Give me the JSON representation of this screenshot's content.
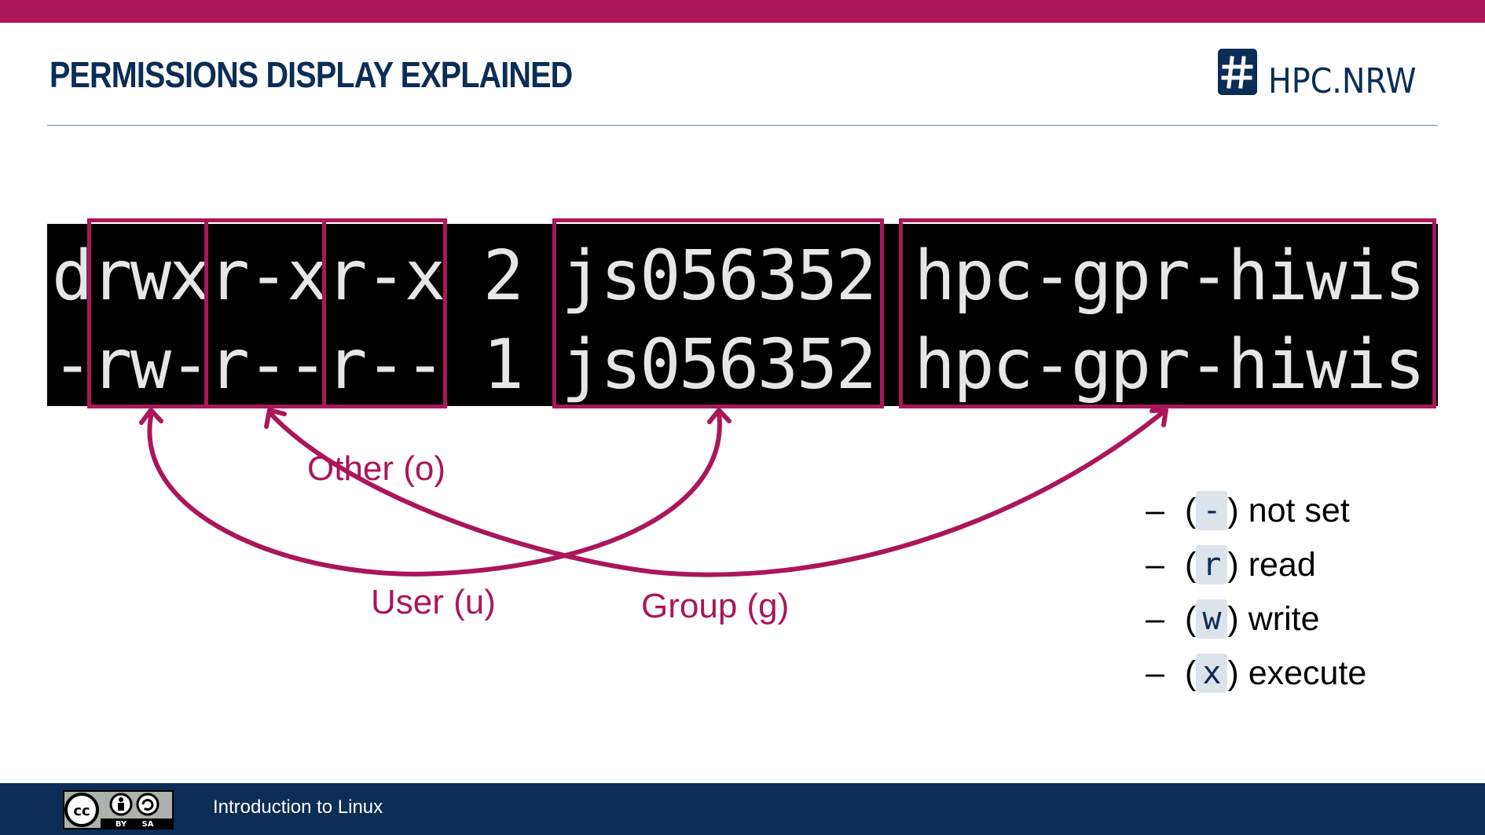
{
  "slide": {
    "title": "PERMISSIONS DISPLAY EXPLAINED",
    "logo_text": "HPC.NRW"
  },
  "terminal": {
    "line1": "drwxr-xr-x 2 js056352 hpc-gpr-hiwis",
    "line2": "-rw-r--r-- 1 js056352 hpc-gpr-hiwis"
  },
  "labels": {
    "user": "User (u)",
    "group": "Group (g)",
    "other": "Other (o)"
  },
  "legend": [
    {
      "symbol": "-",
      "text": "not set"
    },
    {
      "symbol": "r",
      "text": "read"
    },
    {
      "symbol": "w",
      "text": "write"
    },
    {
      "symbol": "x",
      "text": "execute"
    }
  ],
  "footer": {
    "text": "Introduction to Linux",
    "license_by": "BY",
    "license_sa": "SA",
    "license_cc": "cc"
  },
  "colors": {
    "accent": "#ab1659",
    "navy": "#0b2d56",
    "code_bg": "#dde3ea"
  }
}
